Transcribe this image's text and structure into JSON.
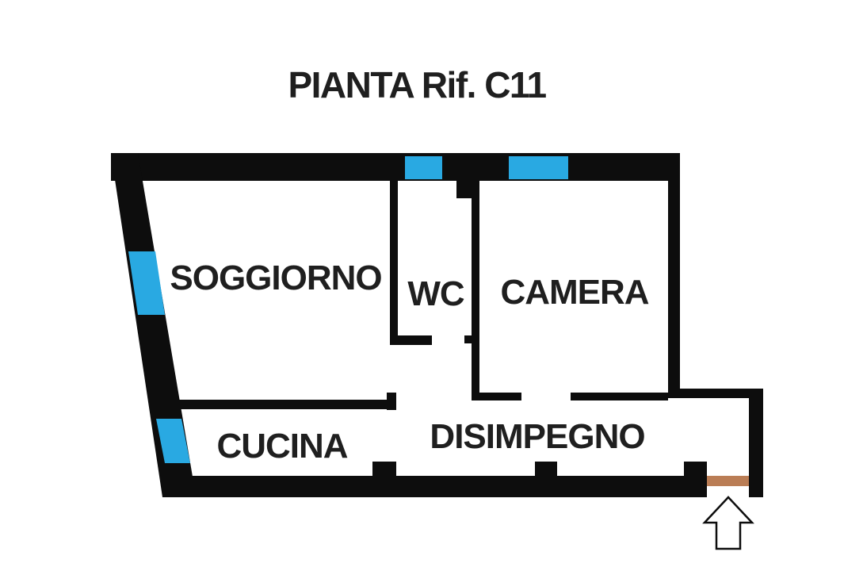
{
  "title": "PIANTA Rif. C11",
  "rooms": {
    "soggiorno": "SOGGIORNO",
    "wc": "WC",
    "camera": "CAMERA",
    "cucina": "CUCINA",
    "disimpegno": "DISIMPEGNO"
  },
  "colors": {
    "wall": "#0d0d0d",
    "window": "#29a9e2",
    "entrance_sill": "#ba7d55",
    "label_text": "#1f1f1f",
    "arrow_fill": "#ffffff",
    "background": "#ffffff"
  },
  "icons": {
    "entrance_arrow": "up-arrow"
  }
}
